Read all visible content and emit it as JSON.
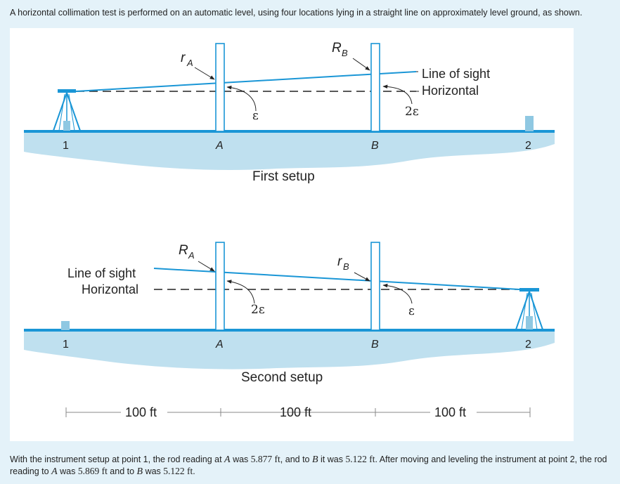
{
  "intro_text": "A horizontal collimation test is performed on an automatic level, using four locations lying in a straight line on approximately level ground, as shown.",
  "diagram": {
    "setup1": {
      "caption": "First setup",
      "rod_A_reading_label": "r",
      "rod_A_reading_sub": "A",
      "rod_B_reading_label": "R",
      "rod_B_reading_sub": "B",
      "error_at_A": "ε",
      "error_at_B": "2ε",
      "line_of_sight_label": "Line of sight",
      "horizontal_label": "Horizontal",
      "point_1": "1",
      "point_A": "A",
      "point_B": "B",
      "point_2": "2"
    },
    "setup2": {
      "caption": "Second setup",
      "rod_A_reading_label": "R",
      "rod_A_reading_sub": "A",
      "rod_B_reading_label": "r",
      "rod_B_reading_sub": "B",
      "error_at_A": "2ε",
      "error_at_B": "ε",
      "line_of_sight_label": "Line of sight",
      "horizontal_label": "Horizontal",
      "point_1": "1",
      "point_A": "A",
      "point_B": "B",
      "point_2": "2"
    },
    "spacing": [
      "100 ft",
      "100 ft",
      "100 ft"
    ],
    "colors": {
      "sight_line": "#1a96d6",
      "ground": "#1a96d6",
      "ground_fill": "#bfe0ef",
      "rod": "#1a96d6",
      "horizontal_dash": "#222222"
    }
  },
  "outro": {
    "p1": "With the instrument setup at point 1, the rod reading at ",
    "var_A1": "A",
    "p2": " was ",
    "val1": "5.877 ft",
    "p3": ", and to ",
    "var_B1": "B",
    "p4": " it was ",
    "val2": "5.122 ft",
    "p5": ". After moving and leveling the instrument at point 2, the rod reading to ",
    "var_A2": "A",
    "p6": " was ",
    "val3": "5.869 ft",
    "p7": " and to ",
    "var_B2": "B",
    "p8": " was ",
    "val4": "5.122 ft",
    "p9": "."
  }
}
